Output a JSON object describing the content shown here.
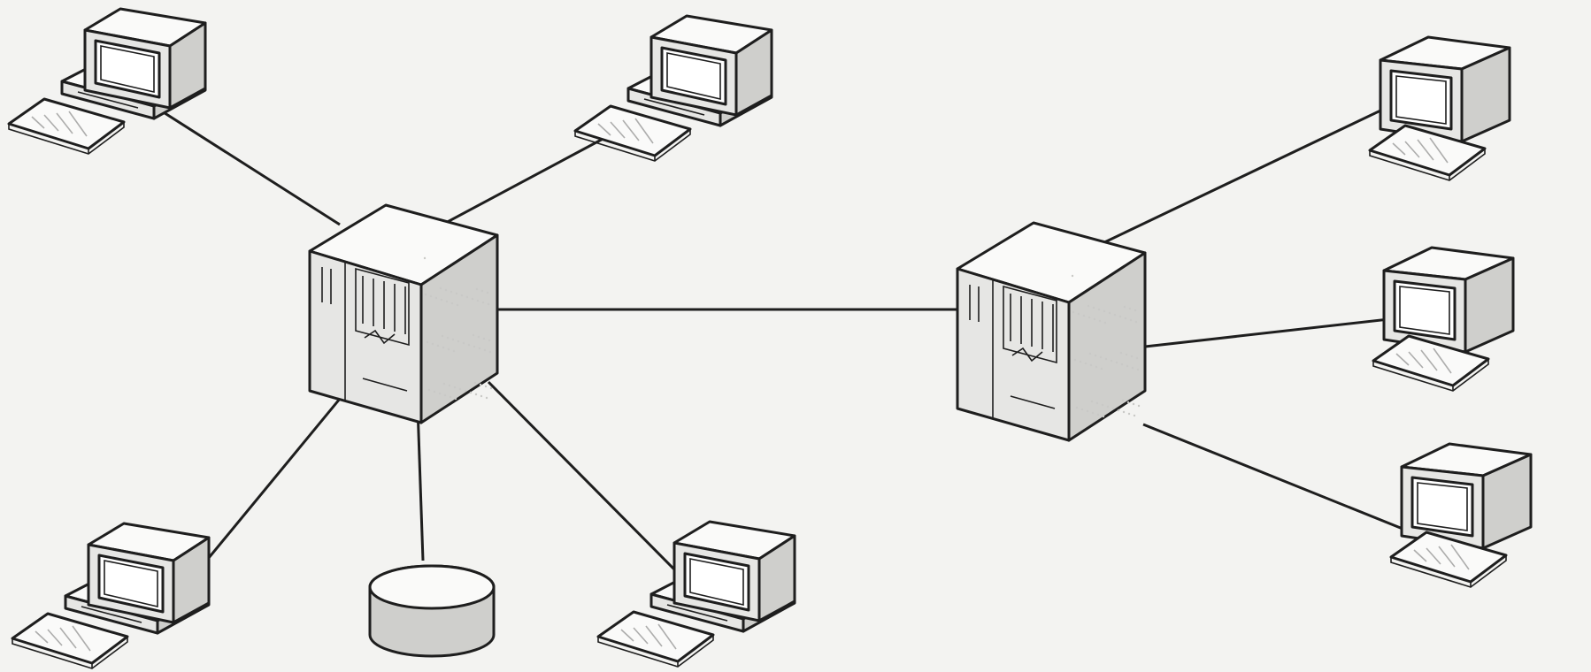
{
  "colors": {
    "background": "#f3f3f1",
    "line": "#1e1e1e",
    "face": "#e6e6e4",
    "top": "#fafaf9",
    "side": "#cfcfcc"
  },
  "nodes": [
    {
      "id": "server-a",
      "type": "server",
      "icon": "server-icon"
    },
    {
      "id": "server-b",
      "type": "server",
      "icon": "server-icon"
    },
    {
      "id": "storage",
      "type": "storage",
      "icon": "database-disk-icon"
    },
    {
      "id": "workstation-1",
      "type": "workstation",
      "icon": "desktop-computer-icon"
    },
    {
      "id": "workstation-2",
      "type": "workstation",
      "icon": "desktop-computer-icon"
    },
    {
      "id": "workstation-3",
      "type": "workstation",
      "icon": "desktop-computer-icon"
    },
    {
      "id": "workstation-4",
      "type": "workstation",
      "icon": "desktop-computer-icon"
    },
    {
      "id": "terminal-1",
      "type": "terminal",
      "icon": "terminal-icon"
    },
    {
      "id": "terminal-2",
      "type": "terminal",
      "icon": "terminal-icon"
    },
    {
      "id": "terminal-3",
      "type": "terminal",
      "icon": "terminal-icon"
    }
  ],
  "links": [
    {
      "from": "server-a",
      "to": "workstation-1"
    },
    {
      "from": "server-a",
      "to": "workstation-2"
    },
    {
      "from": "server-a",
      "to": "workstation-3"
    },
    {
      "from": "server-a",
      "to": "workstation-4"
    },
    {
      "from": "server-a",
      "to": "storage"
    },
    {
      "from": "server-a",
      "to": "server-b"
    },
    {
      "from": "server-b",
      "to": "terminal-1"
    },
    {
      "from": "server-b",
      "to": "terminal-2"
    },
    {
      "from": "server-b",
      "to": "terminal-3"
    }
  ]
}
